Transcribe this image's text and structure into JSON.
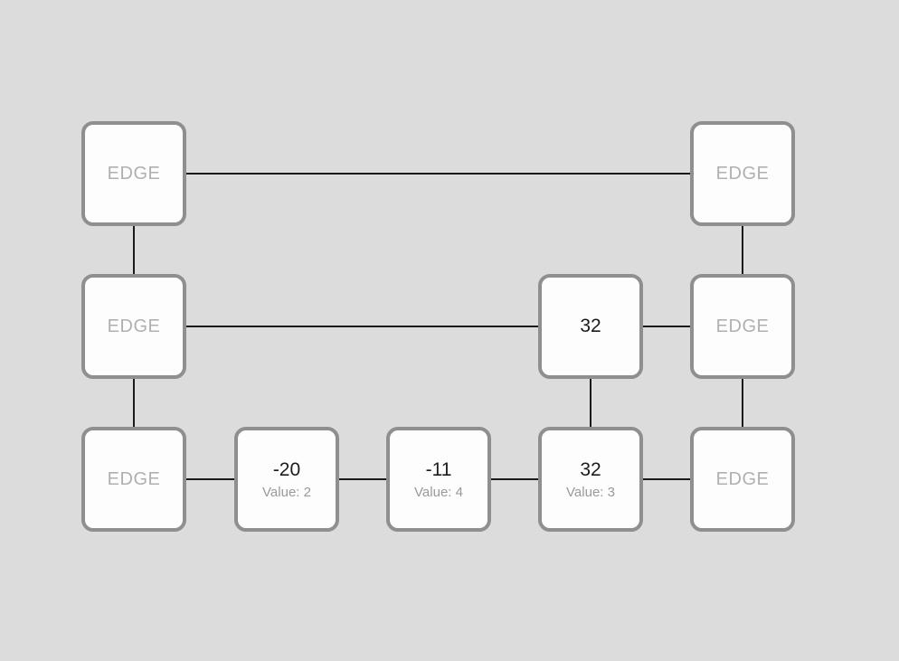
{
  "colors": {
    "background": "#dcdcdc",
    "node_fill": "#fdfdfd",
    "node_border": "#8f8f8f",
    "connector": "#1a1a1a",
    "edge_text": "#b0b0b0",
    "number_text": "#1c1c1c",
    "value_label_text": "#999999"
  },
  "board": {
    "grid": {
      "rows": 3,
      "cols": 5
    },
    "nodes": [
      {
        "id": "edge-top-left",
        "row": 0,
        "col": 0,
        "type": "edge",
        "label": "EDGE"
      },
      {
        "id": "edge-top-right",
        "row": 0,
        "col": 4,
        "type": "edge",
        "label": "EDGE"
      },
      {
        "id": "edge-mid-left",
        "row": 1,
        "col": 0,
        "type": "edge",
        "label": "EDGE"
      },
      {
        "id": "cell-32-mid",
        "row": 1,
        "col": 3,
        "type": "cell",
        "number": "32"
      },
      {
        "id": "edge-mid-right",
        "row": 1,
        "col": 4,
        "type": "edge",
        "label": "EDGE"
      },
      {
        "id": "edge-bottom-left",
        "row": 2,
        "col": 0,
        "type": "edge",
        "label": "EDGE"
      },
      {
        "id": "cell-neg20",
        "row": 2,
        "col": 1,
        "type": "cell",
        "number": "-20",
        "value_label": "Value: 2"
      },
      {
        "id": "cell-neg11",
        "row": 2,
        "col": 2,
        "type": "cell",
        "number": "-11",
        "value_label": "Value: 4"
      },
      {
        "id": "cell-32-bottom",
        "row": 2,
        "col": 3,
        "type": "cell",
        "number": "32",
        "value_label": "Value: 3"
      },
      {
        "id": "edge-bottom-right",
        "row": 2,
        "col": 4,
        "type": "edge",
        "label": "EDGE"
      }
    ],
    "connections": [
      [
        "edge-top-left",
        "edge-top-right"
      ],
      [
        "edge-top-left",
        "edge-mid-left"
      ],
      [
        "edge-top-right",
        "edge-mid-right"
      ],
      [
        "edge-mid-left",
        "cell-32-mid"
      ],
      [
        "cell-32-mid",
        "edge-mid-right"
      ],
      [
        "edge-mid-left",
        "edge-bottom-left"
      ],
      [
        "cell-32-mid",
        "cell-32-bottom"
      ],
      [
        "edge-mid-right",
        "edge-bottom-right"
      ],
      [
        "edge-bottom-left",
        "cell-neg20"
      ],
      [
        "cell-neg20",
        "cell-neg11"
      ],
      [
        "cell-neg11",
        "cell-32-bottom"
      ],
      [
        "cell-32-bottom",
        "edge-bottom-right"
      ]
    ]
  }
}
